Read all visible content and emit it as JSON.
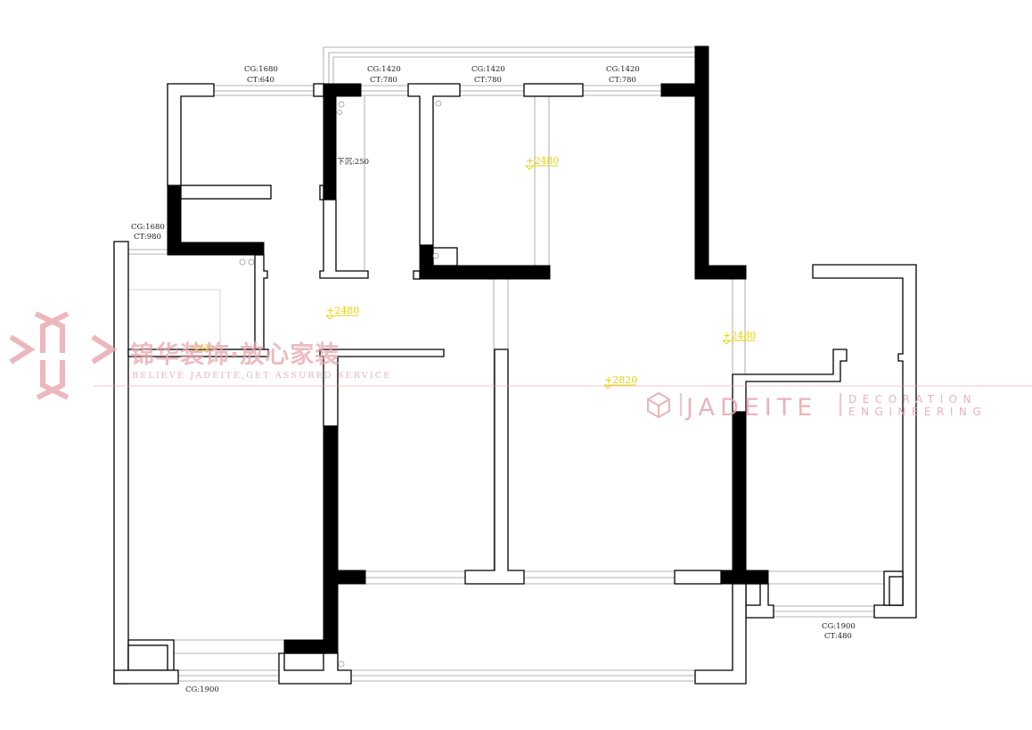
{
  "window_labels": [
    {
      "id": "w1",
      "cg": "CG:1680",
      "ct": "CT:640"
    },
    {
      "id": "w2",
      "cg": "CG:1420",
      "ct": "CT:780"
    },
    {
      "id": "w3",
      "cg": "CG:1420",
      "ct": "CT:780"
    },
    {
      "id": "w4",
      "cg": "CG:1420",
      "ct": "CT:780"
    },
    {
      "id": "w5",
      "cg": "CG:1680",
      "ct": "CT:980"
    },
    {
      "id": "w6",
      "cg": "CG:1900",
      "ct": "CT:480"
    },
    {
      "id": "w7",
      "cg": "CG:1900"
    }
  ],
  "annotations": {
    "sink_note": "下沉:250"
  },
  "elevations": [
    "+2480",
    "+2480",
    "+2480",
    "+2820",
    "+2480"
  ],
  "watermark": {
    "company_cn": "锦华装饰·放心家装",
    "slogan_en": "BELIEVE JADEITE,GET ASSURED SERVICE",
    "brand": "JADEITE",
    "sub_line1": "DECORATION",
    "sub_line2": "ENGINEERING",
    "color": "#e8a6ad"
  },
  "colors": {
    "wall_fill_structural": "#000000",
    "wall_outline": "#000000",
    "elevation": "#e6d200"
  }
}
